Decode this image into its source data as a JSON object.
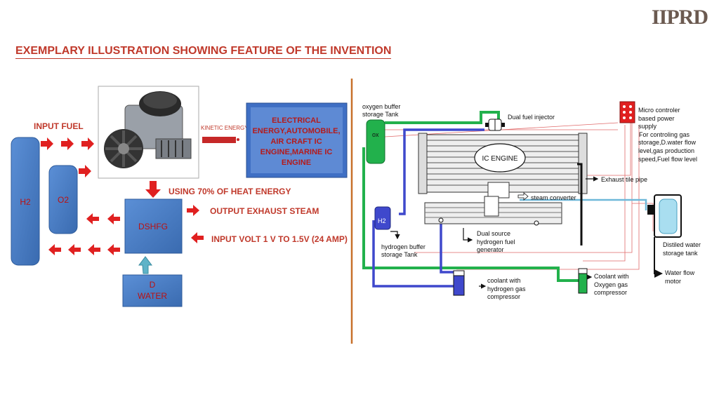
{
  "header": {
    "logo_text": "IIPRD",
    "title": "EXEMPLARY ILLUSTRATION SHOWING FEATURE OF THE INVENTION"
  },
  "left_diagram": {
    "h2_label": "H2",
    "o2_label": "O2",
    "input_fuel": "INPUT FUEL",
    "kinetic_energy": "KINETIC ENERGY",
    "electrical_box": [
      "ELECTRICAL",
      "ENERGY,AUTOMOBILE,",
      "AIR CRAFT IC",
      "ENGINE,MARINE IC",
      "ENGINE"
    ],
    "heat_energy": "USING 70%  OF HEAT ENERGY",
    "dshfg_label": "DSHFG",
    "output_exhaust": "OUTPUT EXHAUST  STEAM",
    "input_volt": "INPUT  VOLT  1 V TO 1.5V (24 AMP)",
    "d_water_line1": "D",
    "d_water_line2": "WATER"
  },
  "right_diagram": {
    "oxygen_buffer": [
      "oxygen buffer",
      "storage Tank"
    ],
    "ox_label": "ox",
    "dual_fuel_injector": "Dual fuel injector",
    "micro_controller": [
      "Micro controler",
      "based power",
      "supply",
      " For controling gas",
      "storage,D.water flow",
      "level,gas production",
      "speed,Fuel flow level"
    ],
    "ic_engine": "IC ENGINE",
    "exhaust_pipe": "Exhaust tile pipe",
    "steam_converter": "steam converter",
    "h2_label": "H2",
    "hydrogen_buffer": [
      "hydrogen buffer",
      "storage Tank"
    ],
    "dual_source": [
      "Dual source",
      "hydrogen fuel",
      "generator"
    ],
    "distilled_water": [
      "Distiled water",
      "storage tank"
    ],
    "water_flow_motor": [
      "Water flow",
      "motor"
    ],
    "coolant_h2": [
      "coolant with",
      "hydrogen gas",
      "compressor"
    ],
    "coolant_o2": [
      "Coolant with",
      "Oxygen gas",
      "compressor"
    ]
  },
  "colors": {
    "title_red": "#c0392b",
    "arrow_red": "#e02020",
    "box_blue": "#4d7ec7",
    "pipe_green": "#22b14c",
    "pipe_blue": "#3f48cc",
    "divider": "#c8702a"
  }
}
